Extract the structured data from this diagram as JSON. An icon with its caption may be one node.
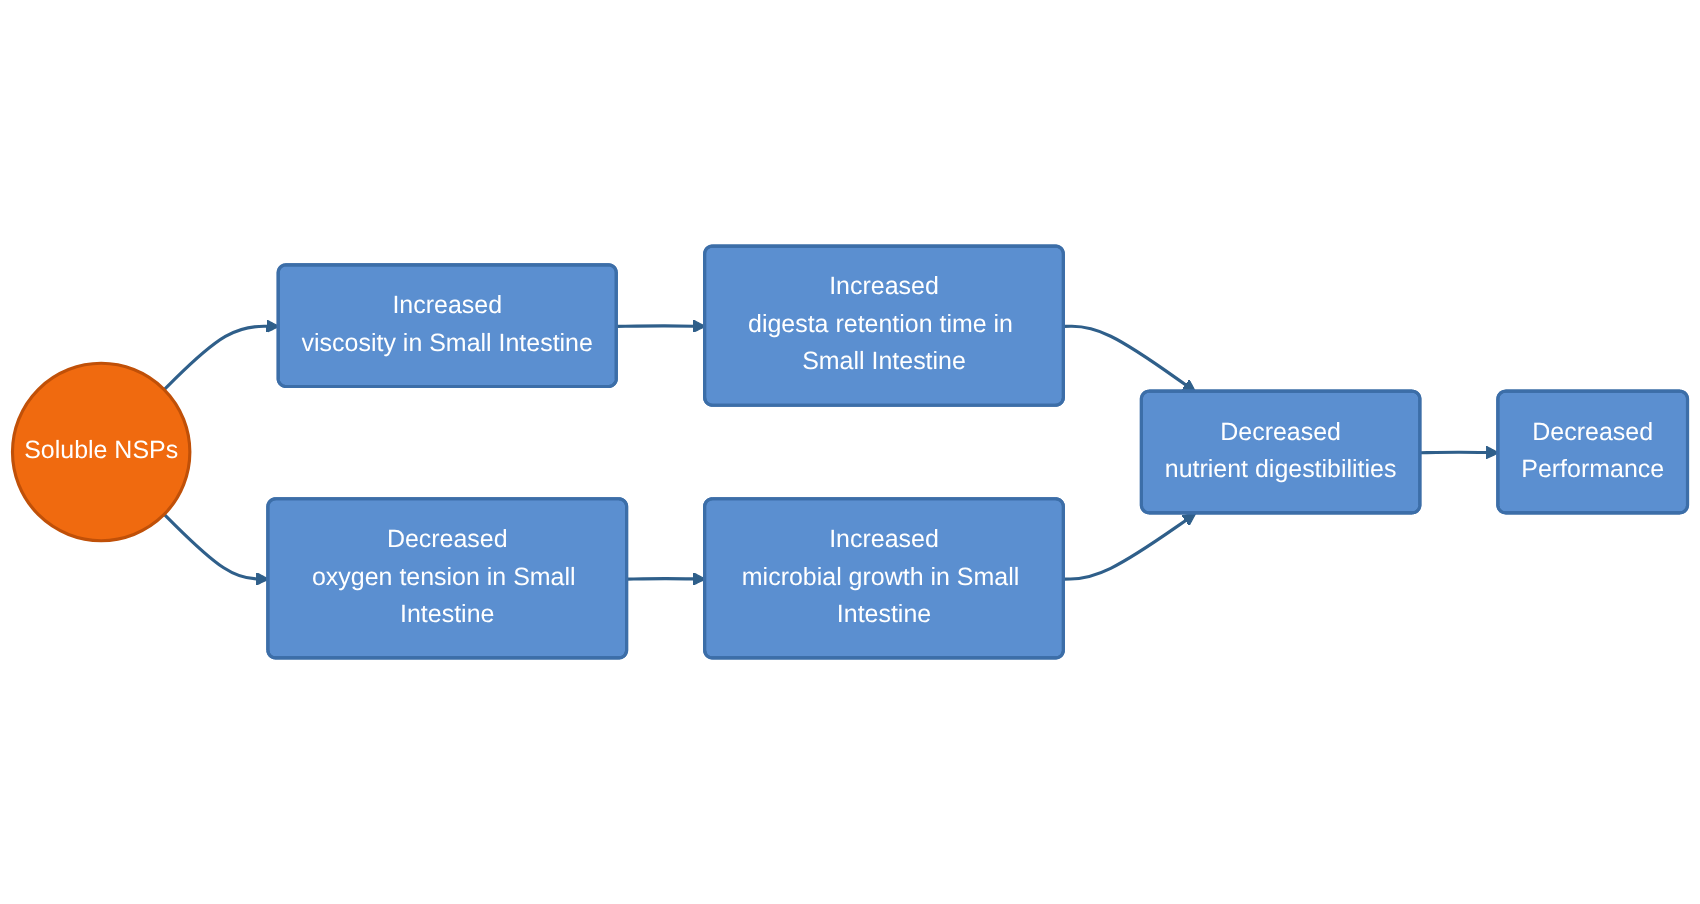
{
  "diagram": {
    "nodes": [
      {
        "text": [
          "Soluble NSPs"
        ]
      },
      {
        "text": [
          "Increased",
          "viscosity in Small Intestine"
        ]
      },
      {
        "text": [
          "Increased",
          "digesta retention time in Small Intestine"
        ]
      },
      {
        "text": [
          "Decreased",
          "nutrient digestibilities"
        ]
      },
      {
        "text": [
          "Decreased",
          "Performance"
        ]
      },
      {
        "text": [
          "Decreased",
          "oxygen tension in Small Intestine"
        ]
      },
      {
        "text": [
          "Increased",
          "microbial growth in Small Intestine"
        ]
      }
    ],
    "edges": [
      {
        "from": 0,
        "to": 1,
        "arrow": "to"
      },
      {
        "from": 1,
        "to": 2,
        "arrow": "to"
      },
      {
        "from": 2,
        "to": 3,
        "arrow": "to"
      },
      {
        "from": 0,
        "to": 5,
        "arrow": "to"
      },
      {
        "from": 5,
        "to": 6,
        "arrow": "to"
      },
      {
        "from": 6,
        "to": 3,
        "arrow": "to"
      },
      {
        "from": 3,
        "to": 4,
        "arrow": "to"
      }
    ]
  }
}
